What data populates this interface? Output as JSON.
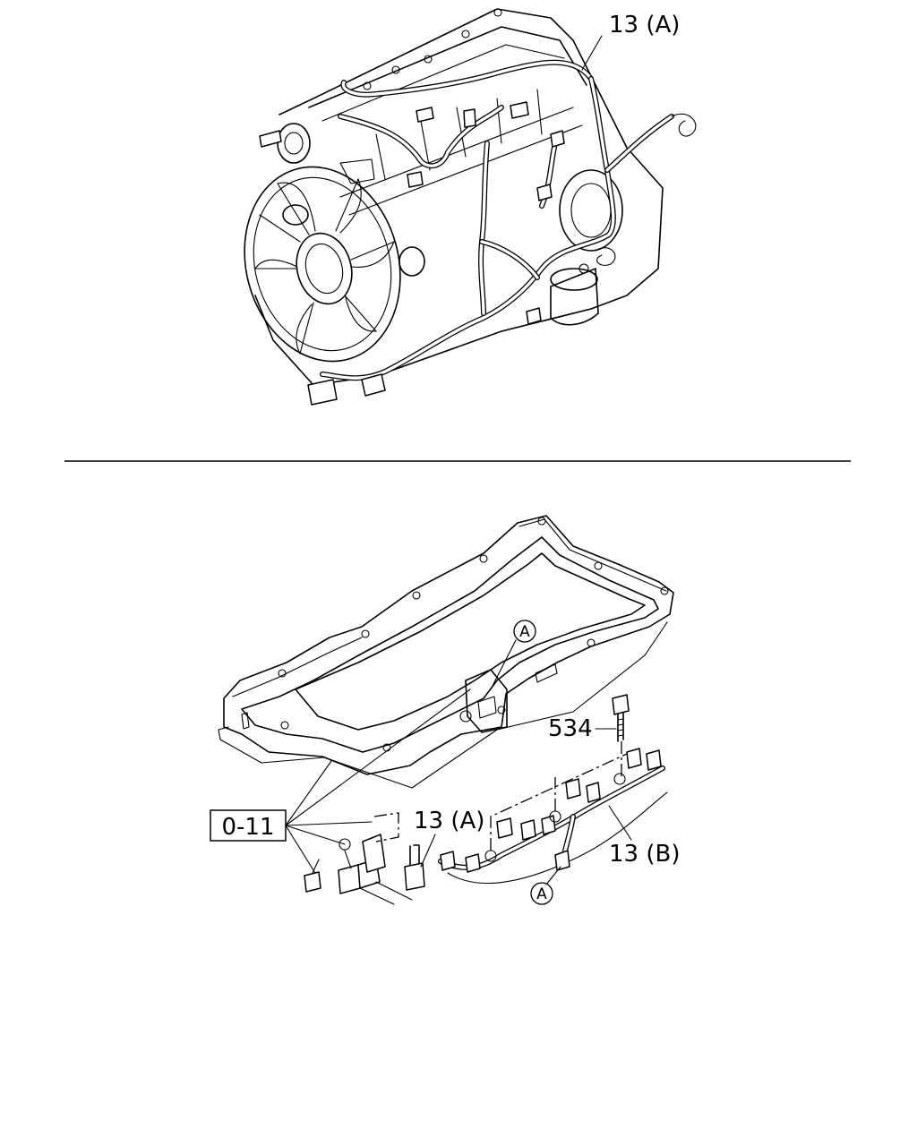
{
  "callouts": {
    "top_harness": "13 (A)",
    "bolt": "534",
    "ref_box": "0-11",
    "connector": "13 (A)",
    "bottom_harness": "13 (B)",
    "circle_upper": "A",
    "circle_lower": "A"
  }
}
